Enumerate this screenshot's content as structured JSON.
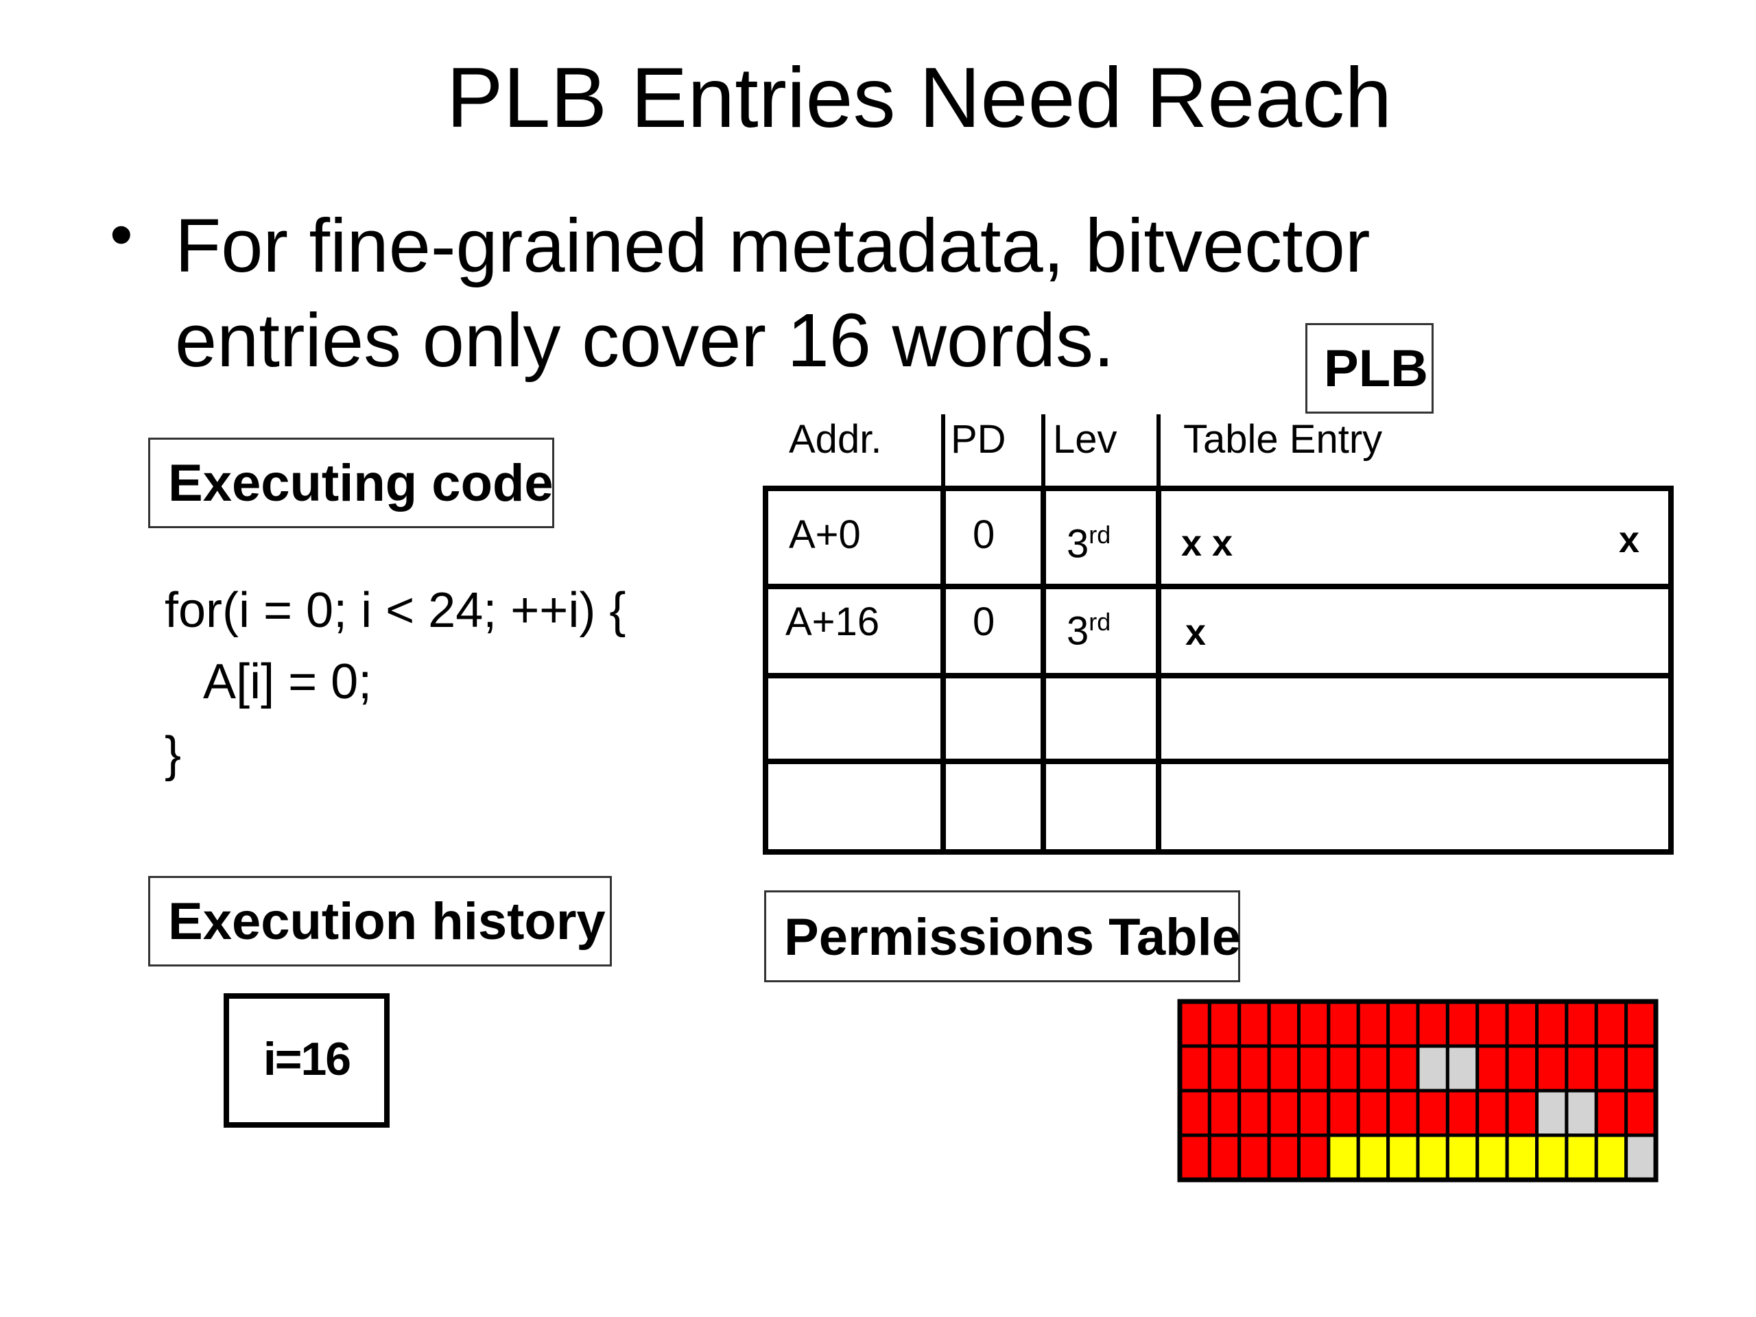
{
  "title": "PLB Entries Need Reach",
  "bullet": {
    "line1": "For fine-grained metadata, bitvector",
    "line2": "entries only cover 16 words."
  },
  "labels": {
    "plb": "PLB",
    "executing_code": "Executing code",
    "execution_history": "Execution history",
    "permissions_table": "Permissions Table"
  },
  "code": {
    "line1": "for(i = 0; i < 24; ++i) {",
    "line2": "   A[i] = 0;",
    "line3": "}"
  },
  "history": {
    "value": "i=16"
  },
  "plb_table": {
    "headers": [
      "Addr.",
      "PD",
      "Lev",
      "Table Entry"
    ],
    "rows": [
      {
        "addr": "A+0",
        "pd": "0",
        "lev": "3",
        "lev_sup": "rd",
        "entry_left": "x x",
        "entry_right": "x"
      },
      {
        "addr": "A+16",
        "pd": "0",
        "lev": "3",
        "lev_sup": "rd",
        "entry_left": "x",
        "entry_right": ""
      },
      {
        "addr": "",
        "pd": "",
        "lev": "",
        "lev_sup": "",
        "entry_left": "",
        "entry_right": ""
      },
      {
        "addr": "",
        "pd": "",
        "lev": "",
        "lev_sup": "",
        "entry_left": "",
        "entry_right": ""
      }
    ]
  },
  "permissions_grid": {
    "colors": {
      "R": "#ff0000",
      "G": "#d3d3d3",
      "Y": "#ffff00"
    },
    "rows": [
      "RRRRRRRRRRRRRRRR",
      "RRRRRRRRGGRRRRRR",
      "RRRRRRRRRRRRGGRR",
      "RRRRRYYYYYYYYYYG"
    ]
  }
}
